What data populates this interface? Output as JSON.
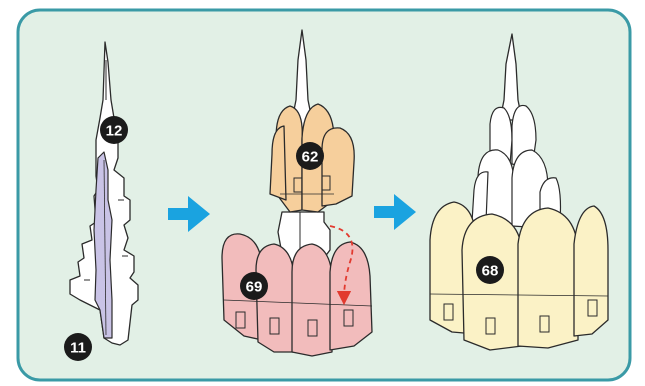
{
  "colors": {
    "frame_border": "#3a9aa6",
    "frame_fill": "#e2f0e6",
    "arrow": "#1aa3e0",
    "badge": "#1b1b1b",
    "curve_arrow": "#e23a2f",
    "part_white": "#ffffff",
    "part_lavender": "#c9c3e6",
    "petal_orange": "#f6cf9c",
    "petal_pink": "#f2bcbc",
    "petal_cream": "#fbf2c6",
    "outline": "#2b2b2b"
  },
  "steps": [
    {
      "parts": [
        {
          "number": "12"
        },
        {
          "number": "11"
        }
      ]
    },
    {
      "parts": [
        {
          "number": "62"
        },
        {
          "number": "69"
        }
      ]
    },
    {
      "parts": [
        {
          "number": "68"
        }
      ]
    }
  ],
  "icons": [
    "right-arrow-icon",
    "right-arrow-icon",
    "curved-arrow-icon"
  ]
}
